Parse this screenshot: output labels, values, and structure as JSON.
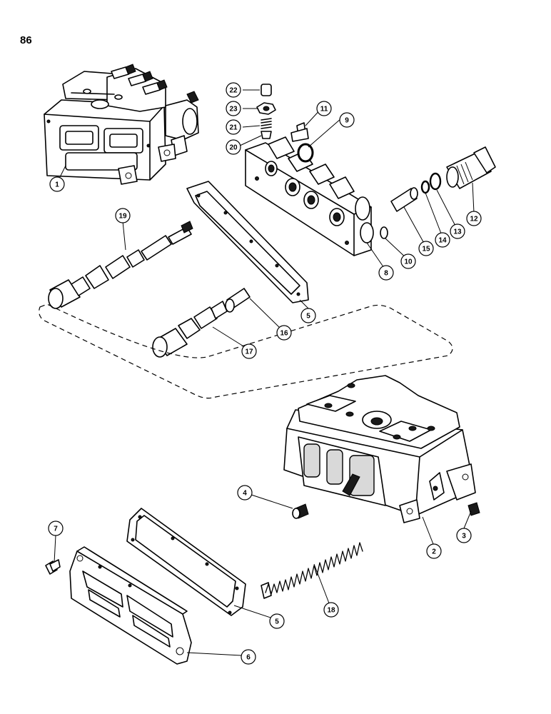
{
  "page": {
    "number": "86"
  },
  "callouts": [
    {
      "id": "c1",
      "label": "1"
    },
    {
      "id": "c2",
      "label": "2"
    },
    {
      "id": "c3",
      "label": "3"
    },
    {
      "id": "c4",
      "label": "4"
    },
    {
      "id": "c5a",
      "label": "5"
    },
    {
      "id": "c5b",
      "label": "5"
    },
    {
      "id": "c6",
      "label": "6"
    },
    {
      "id": "c7",
      "label": "7"
    },
    {
      "id": "c8",
      "label": "8"
    },
    {
      "id": "c9",
      "label": "9"
    },
    {
      "id": "c10",
      "label": "10"
    },
    {
      "id": "c11",
      "label": "11"
    },
    {
      "id": "c12",
      "label": "12"
    },
    {
      "id": "c13",
      "label": "13"
    },
    {
      "id": "c14",
      "label": "14"
    },
    {
      "id": "c15",
      "label": "15"
    },
    {
      "id": "c16",
      "label": "16"
    },
    {
      "id": "c17",
      "label": "17"
    },
    {
      "id": "c18",
      "label": "18"
    },
    {
      "id": "c19",
      "label": "19"
    },
    {
      "id": "c20",
      "label": "20"
    },
    {
      "id": "c21",
      "label": "21"
    },
    {
      "id": "c22",
      "label": "22"
    },
    {
      "id": "c23",
      "label": "23"
    }
  ]
}
